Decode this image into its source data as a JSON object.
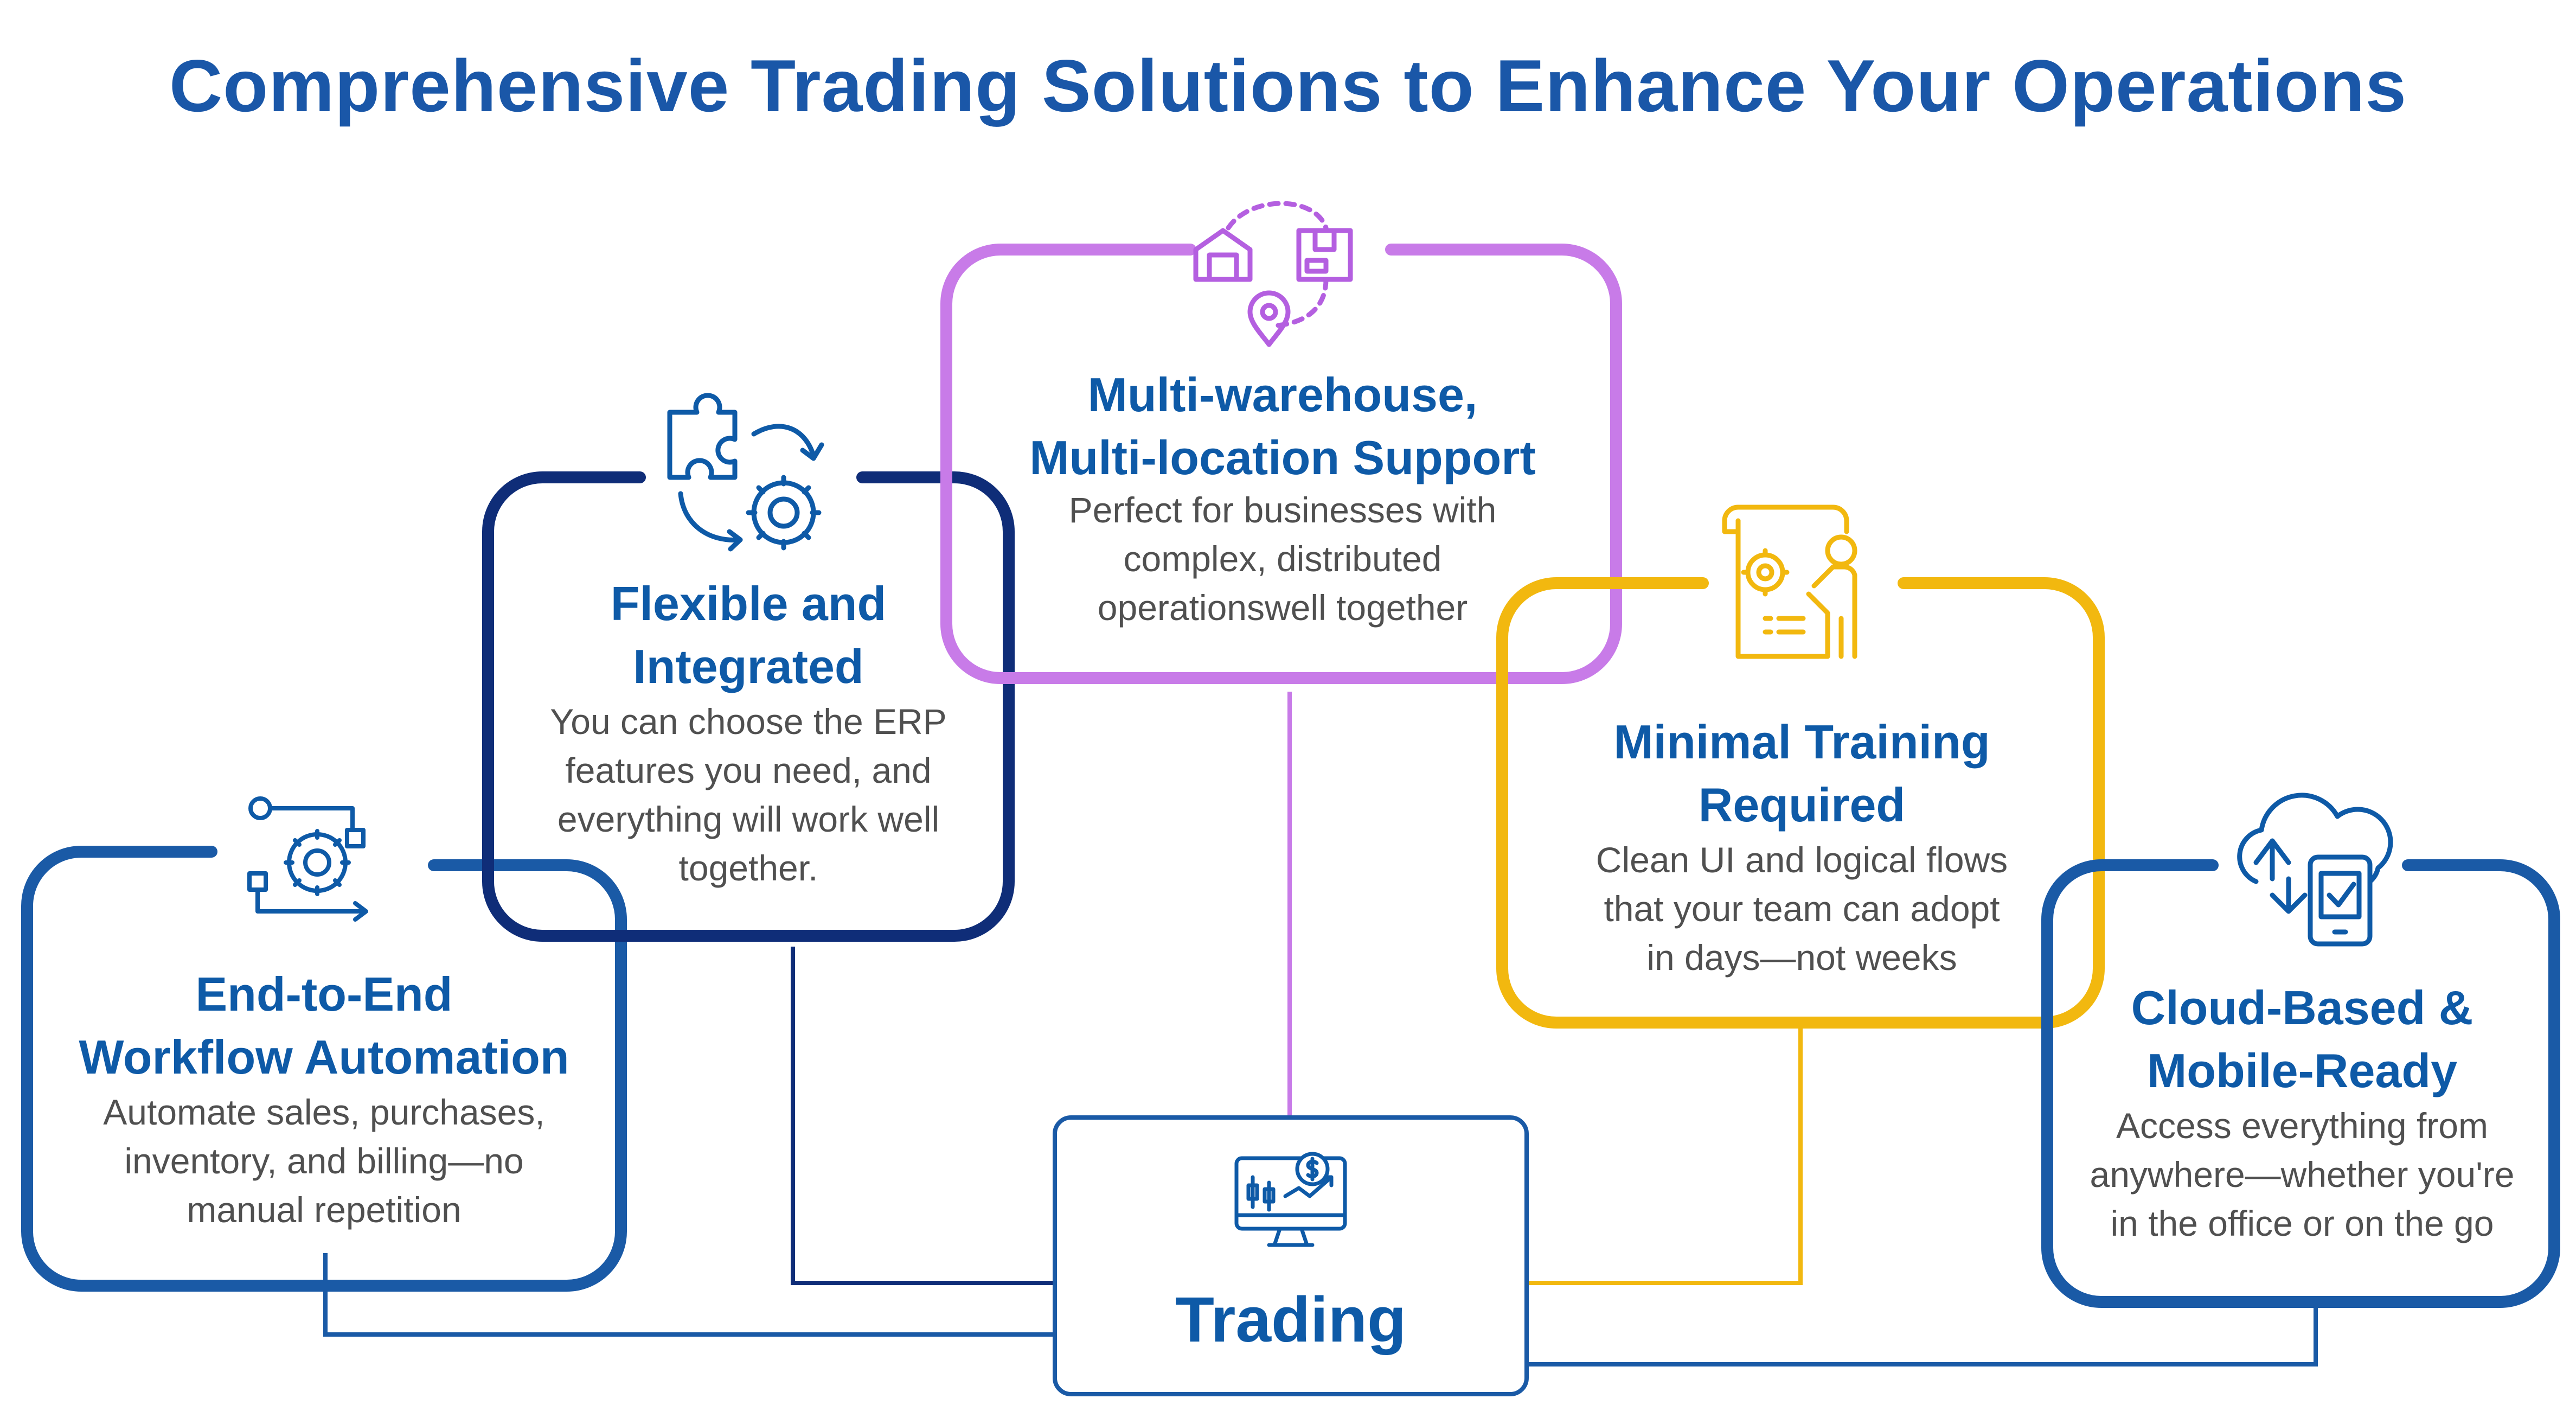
{
  "title": "Comprehensive Trading Solutions to Enhance Your Operations",
  "colors": {
    "title": "#1a57a8",
    "heading": "#0e5aa7",
    "body_text": "#505050",
    "end_to_end": "#1a5aa6",
    "flexible": "#0f2d78",
    "multi_warehouse": "#c87be8",
    "minimal_training": "#f2b80f",
    "cloud": "#1a5aa6",
    "hub": "#1a5aa6"
  },
  "hub": {
    "label": "Trading",
    "icon": "trading-monitor-icon"
  },
  "cards": {
    "end_to_end": {
      "heading_line1": "End-to-End",
      "heading_line2": "Workflow Automation",
      "desc_line1": "Automate sales, purchases,",
      "desc_line2": "inventory, and billing—no",
      "desc_line3": "manual repetition",
      "icon": "workflow-automation-icon"
    },
    "flexible": {
      "heading_line1": "Flexible and",
      "heading_line2": "Integrated",
      "desc_line1": "You can choose the ERP",
      "desc_line2": "features you need, and",
      "desc_line3": "everything will work well",
      "desc_line4": "together.",
      "icon": "puzzle-gear-icon"
    },
    "multi_warehouse": {
      "heading_line1": "Multi-warehouse,",
      "heading_line2": "Multi-location Support",
      "desc_line1": "Perfect for businesses with",
      "desc_line2": "complex, distributed",
      "desc_line3": "operationswell together",
      "icon": "warehouse-location-icon"
    },
    "minimal_training": {
      "heading_line1": "Minimal Training",
      "heading_line2": "Required",
      "desc_line1": "Clean UI and logical flows",
      "desc_line2": "that your team can adopt",
      "desc_line3": "in days—not weeks",
      "icon": "training-presenter-icon"
    },
    "cloud": {
      "heading_line1": "Cloud-Based &",
      "heading_line2": "Mobile-Ready",
      "desc_line1": "Access everything from",
      "desc_line2": "anywhere—whether you're",
      "desc_line3": "in the office or on the go",
      "icon": "cloud-mobile-icon"
    }
  }
}
